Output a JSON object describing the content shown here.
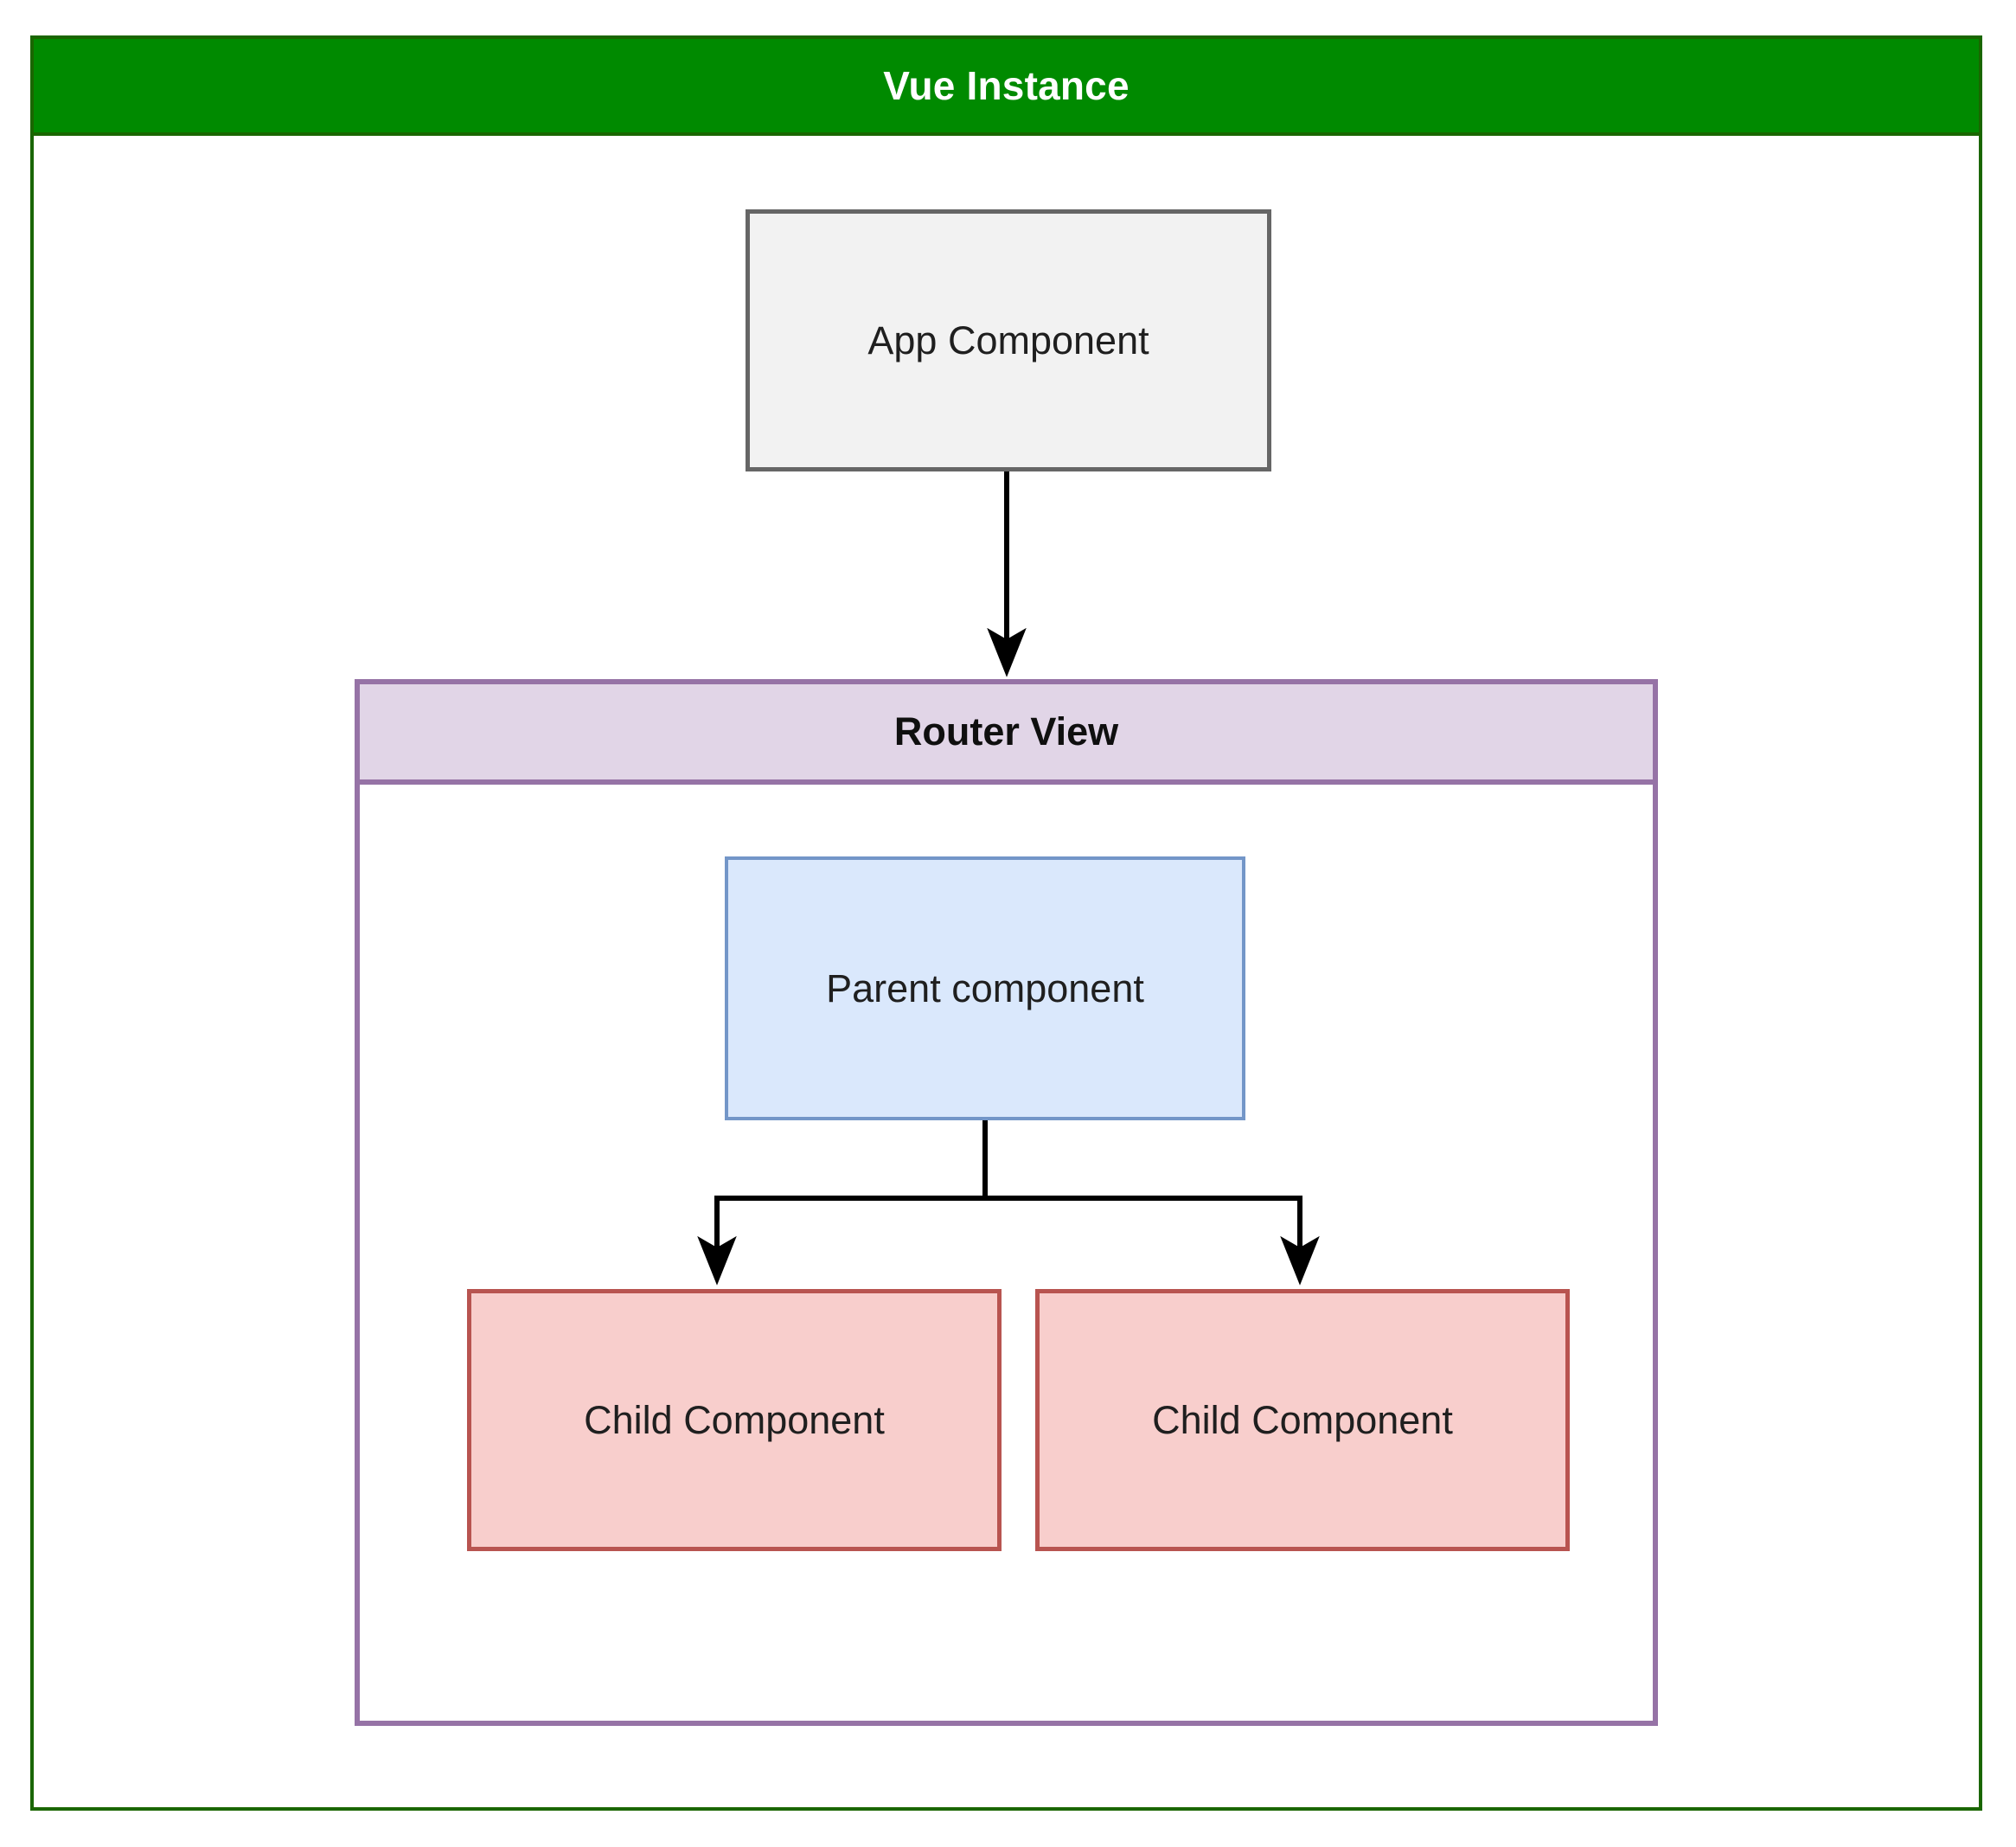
{
  "diagram": {
    "title": "Vue Instance",
    "type": "component-hierarchy",
    "container": {
      "label": "Vue Instance",
      "header_color": "#008a00",
      "border_color": "#1a6600",
      "text_color": "#ffffff"
    },
    "nodes": [
      {
        "id": "app-component",
        "label": "App Component",
        "fill": "#f2f2f2",
        "stroke": "#666666"
      },
      {
        "id": "router-view",
        "label": "Router View",
        "fill": "#e1d5e7",
        "stroke": "#9673a6"
      },
      {
        "id": "parent-component",
        "label": "Parent component",
        "fill": "#dae8fc",
        "stroke": "#7396c8"
      },
      {
        "id": "child-component-left",
        "label": "Child Component",
        "fill": "#f8cecc",
        "stroke": "#b85450"
      },
      {
        "id": "child-component-right",
        "label": "Child Component",
        "fill": "#f8cecc",
        "stroke": "#b85450"
      }
    ],
    "edges": [
      {
        "from": "app-component",
        "to": "router-view",
        "style": "straight-arrow"
      },
      {
        "from": "parent-component",
        "to": "child-component-left",
        "style": "elbow-arrow"
      },
      {
        "from": "parent-component",
        "to": "child-component-right",
        "style": "elbow-arrow"
      }
    ],
    "edge_color": "#000000"
  }
}
